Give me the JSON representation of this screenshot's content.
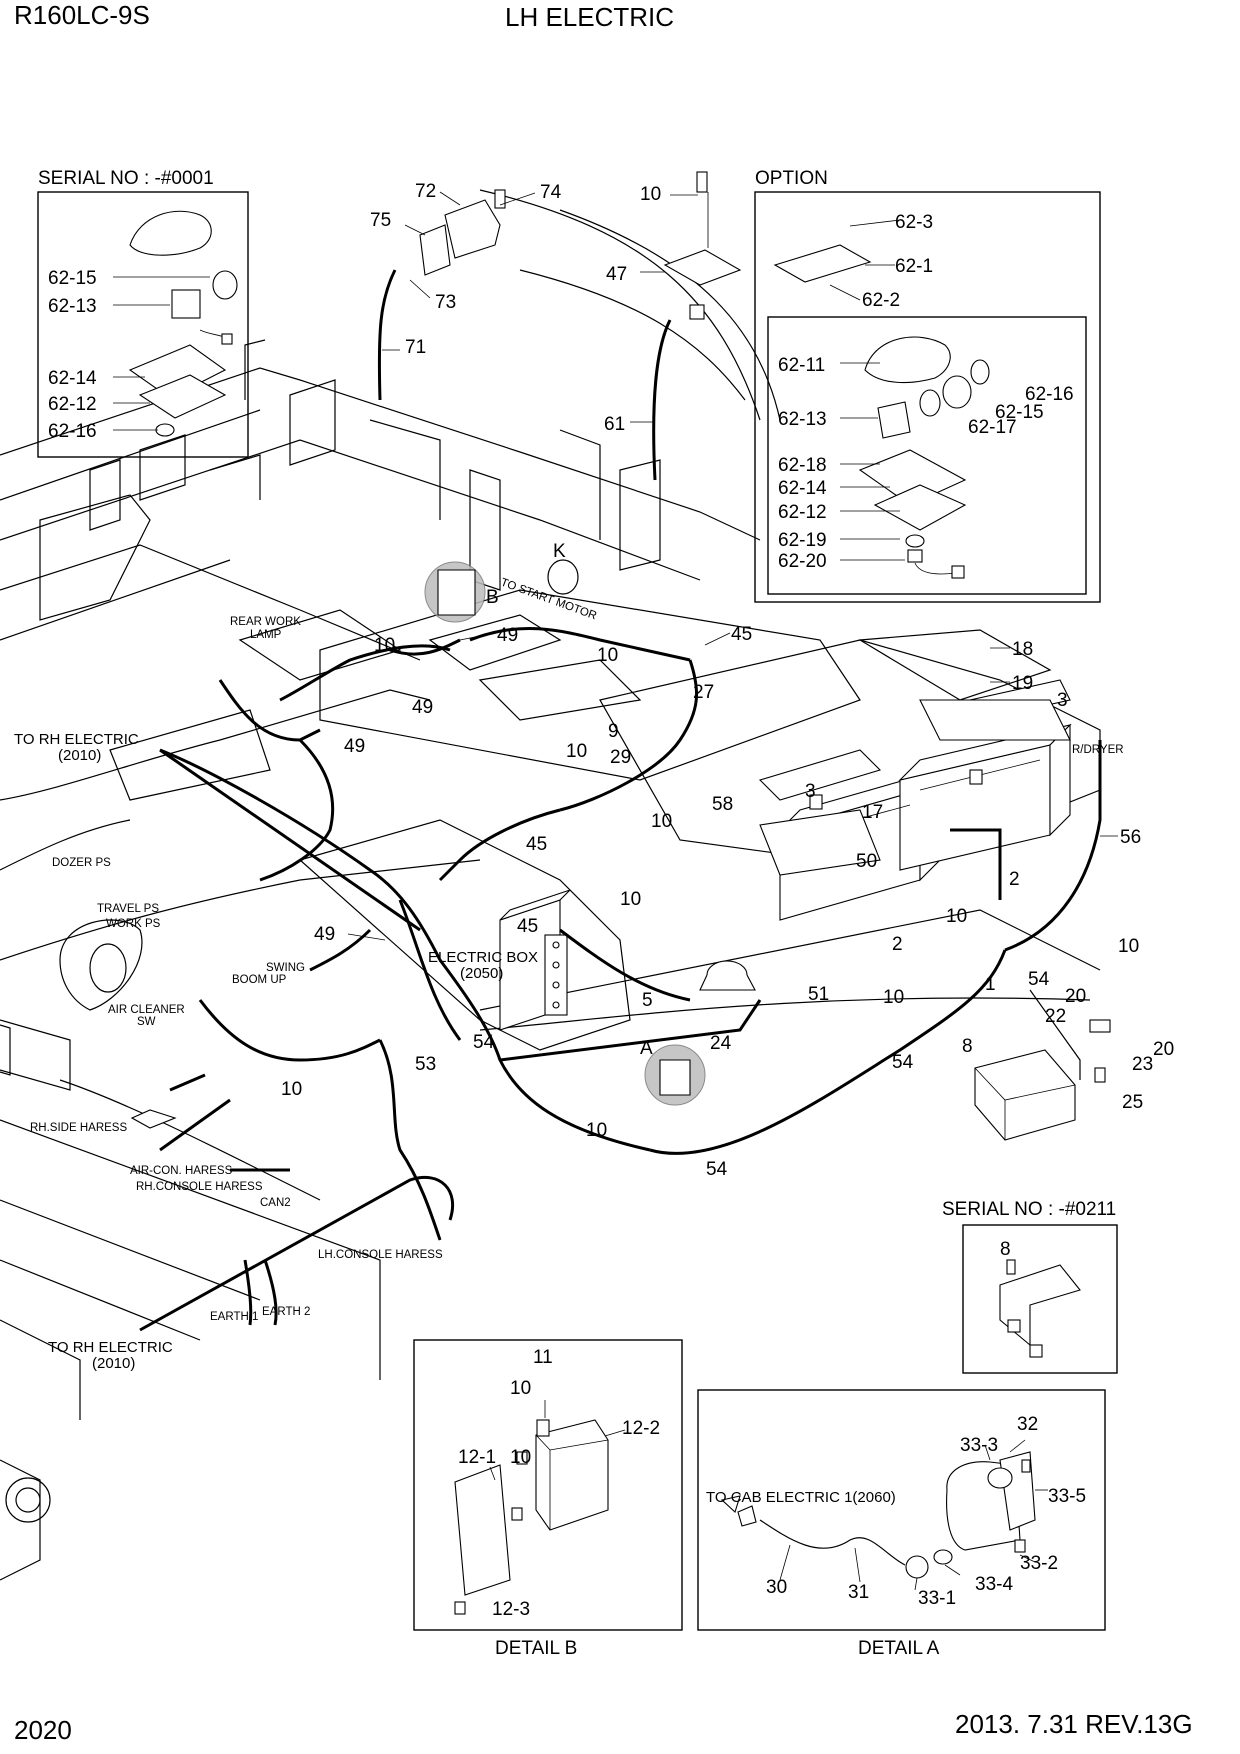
{
  "header": {
    "model": "R160LC-9S",
    "title": "LH ELECTRIC"
  },
  "footer": {
    "page_number": "2020",
    "revision": "2013. 7.31  REV.13G"
  },
  "insets": {
    "serial_top": "SERIAL NO : -#0001",
    "option": "OPTION",
    "serial_bottom": "SERIAL NO : -#0211",
    "detail_b": "DETAIL B",
    "detail_a": "DETAIL A"
  },
  "labels": {
    "rear_work_lamp_1": "REAR WORK",
    "rear_work_lamp_2": "LAMP",
    "to_start_motor": "TO START MOTOR",
    "to_rh_electric_top": "TO RH ELECTRIC",
    "to_rh_electric_top_ref": "(2010)",
    "dozer_ps": "DOZER PS",
    "travel_ps": "TRAVEL PS",
    "work_ps": "WORK PS",
    "swing": "SWING",
    "boom_up": "BOOM UP",
    "electric_box": "ELECTRIC BOX",
    "electric_box_ref": "(2050)",
    "air_cleaner_1": "AIR CLEANER",
    "air_cleaner_2": "SW",
    "rh_side_haress": "RH.SIDE HARESS",
    "air_con_haress": "AIR-CON. HARESS",
    "rh_console_haress": "RH.CONSOLE HARESS",
    "can2": "CAN2",
    "lh_console_haress": "LH.CONSOLE HARESS",
    "earth1": "EARTH 1",
    "earth2": "EARTH 2",
    "to_rh_electric_bottom": "TO RH ELECTRIC",
    "to_rh_electric_bottom_ref": "(2010)",
    "r_dryer": "R/DRYER",
    "to_cab_electric": "TO CAB ELECTRIC 1(2060)",
    "marker_a": "A",
    "marker_b": "B",
    "marker_k": "K"
  },
  "callouts": {
    "c72": "72",
    "c74": "74",
    "c75": "75",
    "c73": "73",
    "c71": "71",
    "c10_top": "10",
    "c47": "47",
    "c61": "61",
    "c62_3": "62-3",
    "c62_1": "62-1",
    "c62_2": "62-2",
    "c62_11": "62-11",
    "c62_16b": "62-16",
    "c62_15b": "62-15",
    "c62_13b": "62-13",
    "c62_17": "62-17",
    "c62_18": "62-18",
    "c62_14b": "62-14",
    "c62_12b": "62-12",
    "c62_19": "62-19",
    "c62_20": "62-20",
    "c62_15a": "62-15",
    "c62_13a": "62-13",
    "c62_14a": "62-14",
    "c62_12a": "62-12",
    "c62_16a": "62-16",
    "c49_a": "49",
    "c10_a": "10",
    "c49_b": "49",
    "c49_c": "49",
    "c45_a": "45",
    "c10_b": "10",
    "c27": "27",
    "c9": "9",
    "c10_c": "10",
    "c29": "29",
    "c58": "58",
    "c10_d": "10",
    "c45_b": "45",
    "c10_e": "10",
    "c3_a": "3",
    "c18": "18",
    "c19": "19",
    "c3_b": "3",
    "c17": "17",
    "c56": "56",
    "c50": "50",
    "c2_a": "2",
    "c10_f": "10",
    "c10_g": "10",
    "c2_b": "2",
    "c1": "1",
    "c54_a": "54",
    "c45_c": "45",
    "c49_d": "49",
    "c5": "5",
    "c51": "51",
    "c10_h": "10",
    "c24": "24",
    "c54_b": "54",
    "c54_c": "54",
    "c53": "53",
    "c10_i": "10",
    "c10_j": "10",
    "c54_d": "54",
    "c20_a": "20",
    "c22": "22",
    "c20_b": "20",
    "c23": "23",
    "c8_a": "8",
    "c25": "25",
    "c8_b": "8",
    "c11": "11",
    "c10_k": "10",
    "c12_2": "12-2",
    "c12_1": "12-1",
    "c10_l": "10",
    "c12_3": "12-3",
    "c32": "32",
    "c33_3": "33-3",
    "c33_5": "33-5",
    "c33_2": "33-2",
    "c33_4": "33-4",
    "c30": "30",
    "c31": "31",
    "c33_1": "33-1"
  }
}
